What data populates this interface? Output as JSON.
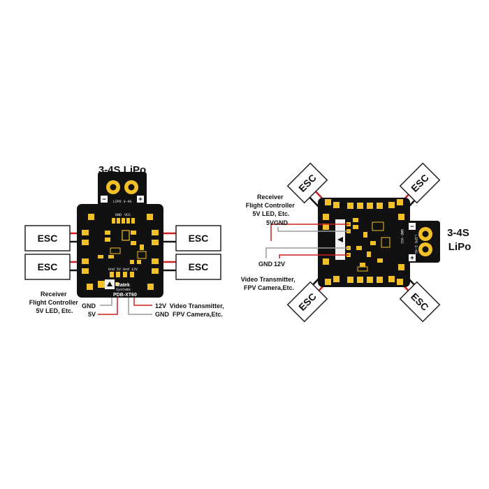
{
  "left_diagram": {
    "battery_label": "3-4S LiPo",
    "battery_silk": "LIPO 3-4S",
    "minus_sign": "−",
    "plus_sign": "+",
    "silk_gnd": "GND",
    "silk_vcc": "VCC",
    "silk_bottom": "Gnd 5V Gnd 12V",
    "brand": "Matek",
    "brand_sub": "Systems",
    "model": "PDB-XT60",
    "esc_label": "ESC",
    "receiver_label_lines": [
      "Receiver",
      "Flight Controller",
      "5V LED, Etc."
    ],
    "wire_gnd_left": "GND",
    "wire_5v": "5V",
    "wire_12v": "12V",
    "wire_gnd_right": "GND",
    "vtx_label_lines": [
      "Video Transmitter,",
      "FPV Camera,Etc."
    ]
  },
  "right_diagram": {
    "battery_label_lines": [
      "3-4S",
      "LiPo"
    ],
    "battery_silk": "LIPO 3-4S",
    "minus_sign": "−",
    "plus_sign": "+",
    "silk_gnd_vcc": "GND VCC",
    "esc_label": "ESC",
    "receiver_label_lines": [
      "Receiver",
      "Flight Controller",
      "5V LED, Etc."
    ],
    "wire_5v": "5V",
    "wire_gnd_top": "GND",
    "wire_gnd_bottom": "GND",
    "wire_12v": "12V",
    "vtx_label_lines": [
      "Video Transmitter,",
      "FPV Camera,Etc."
    ]
  },
  "colors": {
    "board": "#111111",
    "pad": "#f2c029",
    "wire_red": "#cc1f1f",
    "wire_gray": "#9a9a9a",
    "esc_border": "#222222",
    "esc_fill": "#ffffff"
  }
}
